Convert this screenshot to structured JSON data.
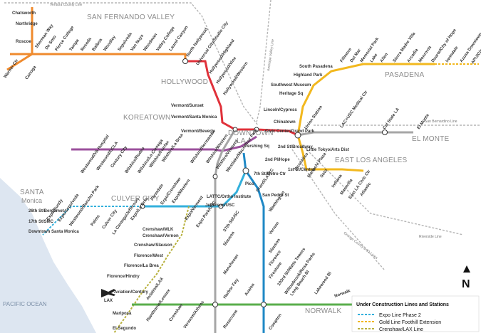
{
  "regions": {
    "san_fernando_valley": "SAN FERNANDO VALLEY",
    "hollywood": "HOLLYWOOD",
    "koreatown": "KOREATOWN",
    "downtown": "DOWNTOWN",
    "la": "LA",
    "pasadena": "PASADENA",
    "el_monte": "EL MONTE",
    "east_los_angeles": "EAST LOS ANGELES",
    "santa": "SANTA",
    "monica": "Monica",
    "culver_city": "CULVER CITY",
    "norwalk": "NORWALK",
    "pacific_ocean": "PACIFIC OCEAN"
  },
  "rail_lines": {
    "ventura": "Ventura County Line",
    "antelope": "Antelope Valley Line",
    "san_bernardino": "San Bernardino Line",
    "riverside": "Riverside Line",
    "orange": "Orange County & 91 Lines"
  },
  "stations": {
    "orange": [
      "Chatsworth",
      "Northridge",
      "Roscoe",
      "Sherman Way",
      "De Soto",
      "Pierce College",
      "Tampa",
      "Reseda",
      "Balboa",
      "Woodley",
      "Sepulveda",
      "Van Nuys",
      "Woodman",
      "Valley College",
      "Laurel Canyon",
      "North Hollywood",
      "Warner Ctr",
      "Canoga"
    ],
    "red": [
      "Universal City/Studio City",
      "Hollywood/Highland",
      "Hollywood/Vine",
      "Hollywood/Western",
      "Vermont/Sunset",
      "Vermont/Santa Monica",
      "Vermont/Beverly"
    ],
    "purple": [
      "Wilshire/Western",
      "Wilshire/Normandie",
      "Wilshire/Vermont",
      "Westlake/MacArthur Park",
      "Wilshire/La Brea",
      "Wilshire/Fairfax",
      "Wilshire/La Cienega",
      "Wilshire/Rodeo",
      "Century City",
      "Westwood/UCLA",
      "Westwood/VA Hospital"
    ],
    "gold": [
      "Union Station",
      "Chinatown",
      "Lincoln/Cypress",
      "Heritage Sq",
      "Southwest Museum",
      "Highland Park",
      "South Pasadena",
      "Fillmore",
      "Del Mar",
      "Memorial Park",
      "Lake",
      "Allen",
      "Sierra Madre Villa",
      "Arcadia",
      "Monrovia",
      "Duarte/City of Hope",
      "Irwindale",
      "Azusa Downtown",
      "APU/Citrus College",
      "Little Tokyo/Arts Dist",
      "Pico/Aliso",
      "Mariachi Plaza",
      "Soto",
      "Indiana",
      "Maravilla",
      "East LA Civic Ctr",
      "Atlantic"
    ],
    "core": [
      "Civic Center/Grand Park",
      "Pershing Sq",
      "2nd St/Broadway",
      "2nd Pl/Hope",
      "1st St/Central",
      "7th St/Metro Ctr",
      "Pico",
      "Grand/LATTC",
      "LATTC/Ortho Institute",
      "Jefferson/USC",
      "37th St/USC"
    ],
    "blue": [
      "San Pedro St",
      "Washington",
      "Vernon",
      "Slauson",
      "Florence",
      "Firestone",
      "103rd St/Watts Towers",
      "Willowbrook/Rosa Parks",
      "Compton"
    ],
    "expo": [
      "26th St/Bergamot",
      "17th St/SMC",
      "Downtown Santa Monica",
      "Expo/Bundy",
      "Expo/Sepulveda",
      "Westwood/Rancho Park",
      "Palms",
      "Culver City",
      "La Cienega/Jefferson",
      "Expo/La Brea",
      "Farmdale",
      "Expo/Crenshaw",
      "Expo/Western",
      "Expo/Vermont",
      "Expo Park/USC"
    ],
    "crenshaw": [
      "Crenshaw/MLK",
      "Crenshaw/Vernon",
      "Crenshaw/Slauson",
      "Florence/West",
      "Florence/La Brea",
      "Florence/Hindry",
      "Aviation/Century",
      "Mariposa",
      "El Segundo"
    ],
    "silver": [
      "Cal State LA",
      "El Monte",
      "LAC+USC Medical Ctr",
      "Slauson",
      "Manchester",
      "Harbor Fwy",
      "Rosecrans"
    ],
    "green": [
      "Aviation/LAX",
      "Hawthorne/Lennox",
      "Crenshaw",
      "Vermont/Athens",
      "Avalon",
      "Long Beach Bl",
      "Lakewood Bl",
      "Norwalk"
    ],
    "misc": [
      "LAX"
    ]
  },
  "legend": {
    "title": "Under Construction Lines and Stations",
    "items": [
      "Expo Line Phase 2",
      "Gold Line Foothill Extension",
      "Crenshaw/LAX Line"
    ]
  },
  "compass": {
    "label": "N"
  },
  "colors": {
    "red": "#e0313a",
    "purple": "#9b4f9c",
    "orange": "#ef8a2d",
    "gold": "#f2b81e",
    "blue": "#1f88c5",
    "expo": "#33b0dc",
    "green": "#5aae4c",
    "silver": "#a6a6a6",
    "crenshaw": "#b8b13e",
    "ocean": "#dde6f1"
  }
}
